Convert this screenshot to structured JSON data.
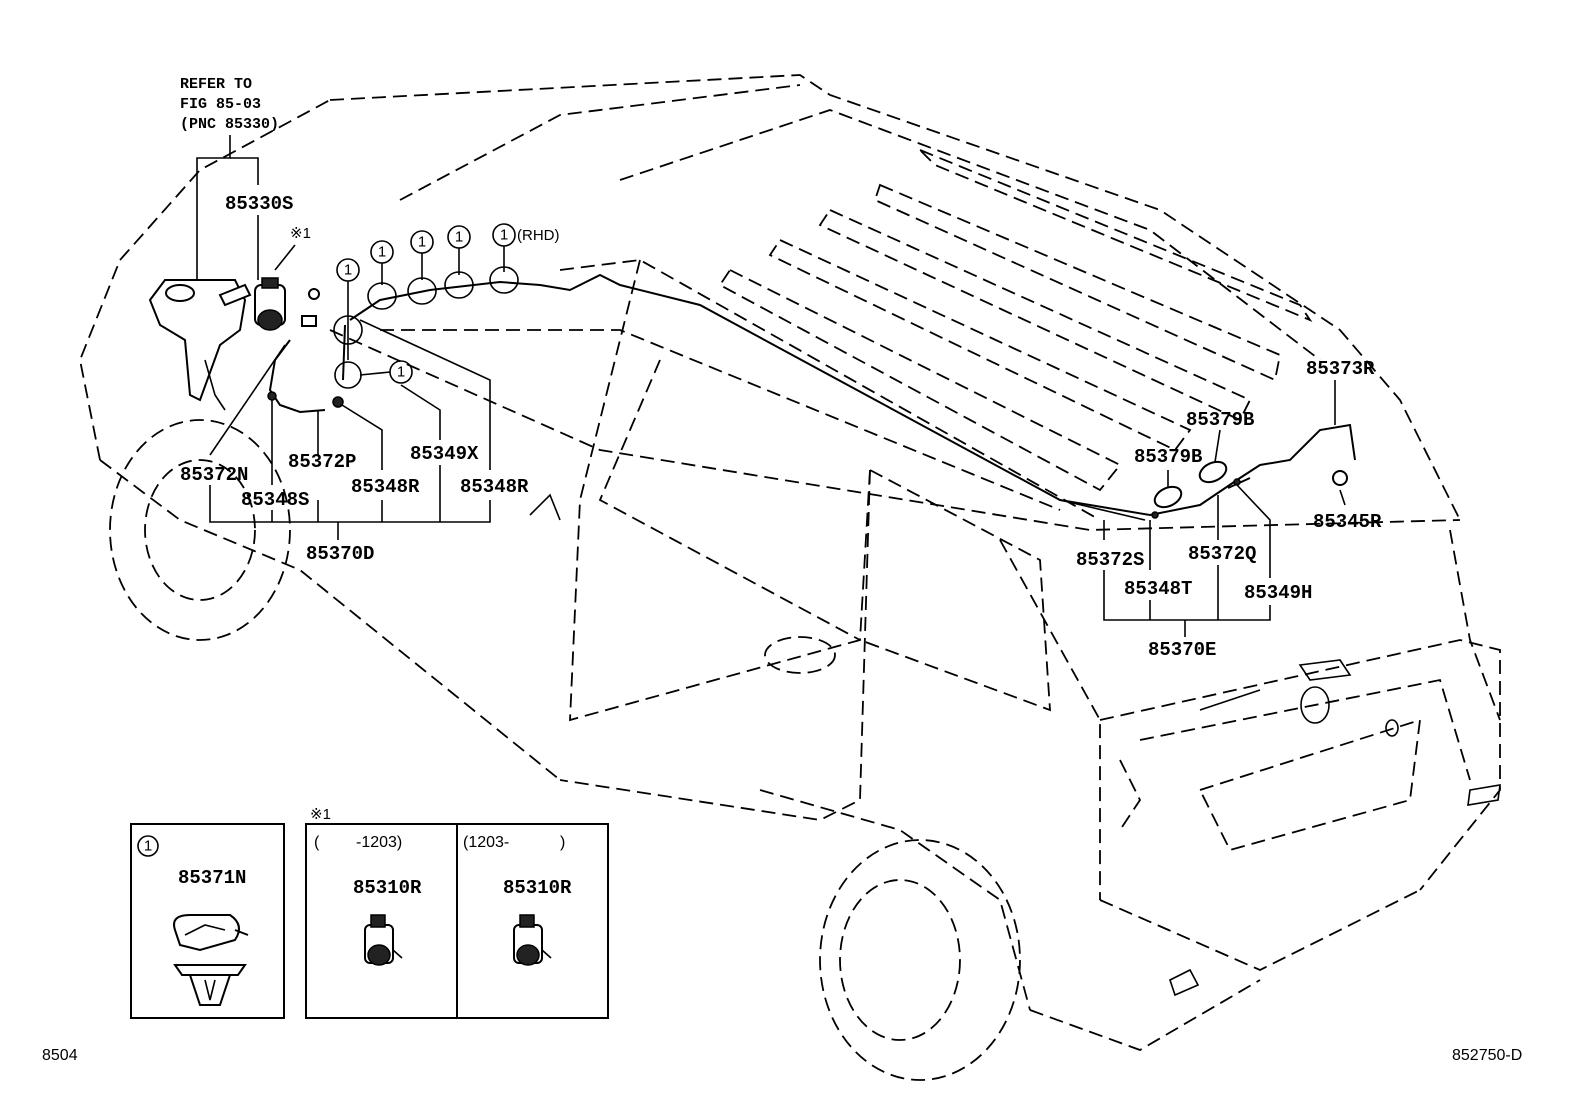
{
  "refer": {
    "line1": "REFER TO",
    "line2": "FIG 85-03",
    "line3": "(PNC 85330)"
  },
  "labels": {
    "p85330S": "85330S",
    "mark1": "※1",
    "rhd": "(RHD)",
    "circle_num": "1",
    "p85372N": "85372N",
    "p85372P": "85372P",
    "p85349X": "85349X",
    "p85348S": "85348S",
    "p85348R_a": "85348R",
    "p85348R_b": "85348R",
    "p85370D": "85370D",
    "p85373R": "85373R",
    "p85379B_a": "85379B",
    "p85379B_b": "85379B",
    "p85345R": "85345R",
    "p85372S": "85372S",
    "p85372Q": "85372Q",
    "p85348T": "85348T",
    "p85349H": "85349H",
    "p85370E": "85370E"
  },
  "inset": {
    "box1_num": "1",
    "box1_part": "85371N",
    "box2_mark": "※1",
    "box2_range_open": "(",
    "box2_range_val": "-1203)",
    "box2_part": "85310R",
    "box3_range": "(1203-",
    "box3_range_close": ")",
    "box3_part": "85310R"
  },
  "footer": {
    "left_code": "8504",
    "right_code": "852750-D"
  }
}
